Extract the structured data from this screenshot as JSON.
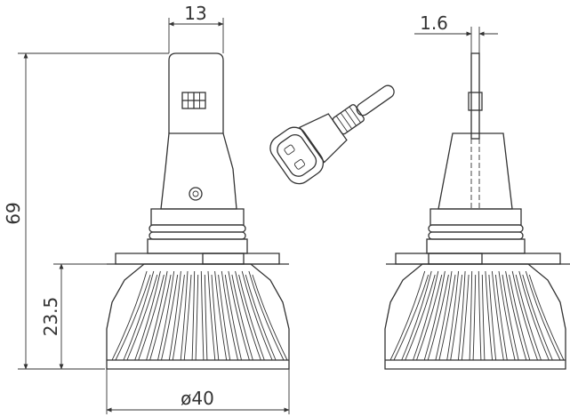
{
  "dimensions": {
    "chip_width": "13",
    "side_thickness": "1.6",
    "total_height": "69",
    "base_height": "23.5",
    "base_diameter": "ø40"
  },
  "colors": {
    "line": "#333333",
    "background": "#ffffff"
  }
}
